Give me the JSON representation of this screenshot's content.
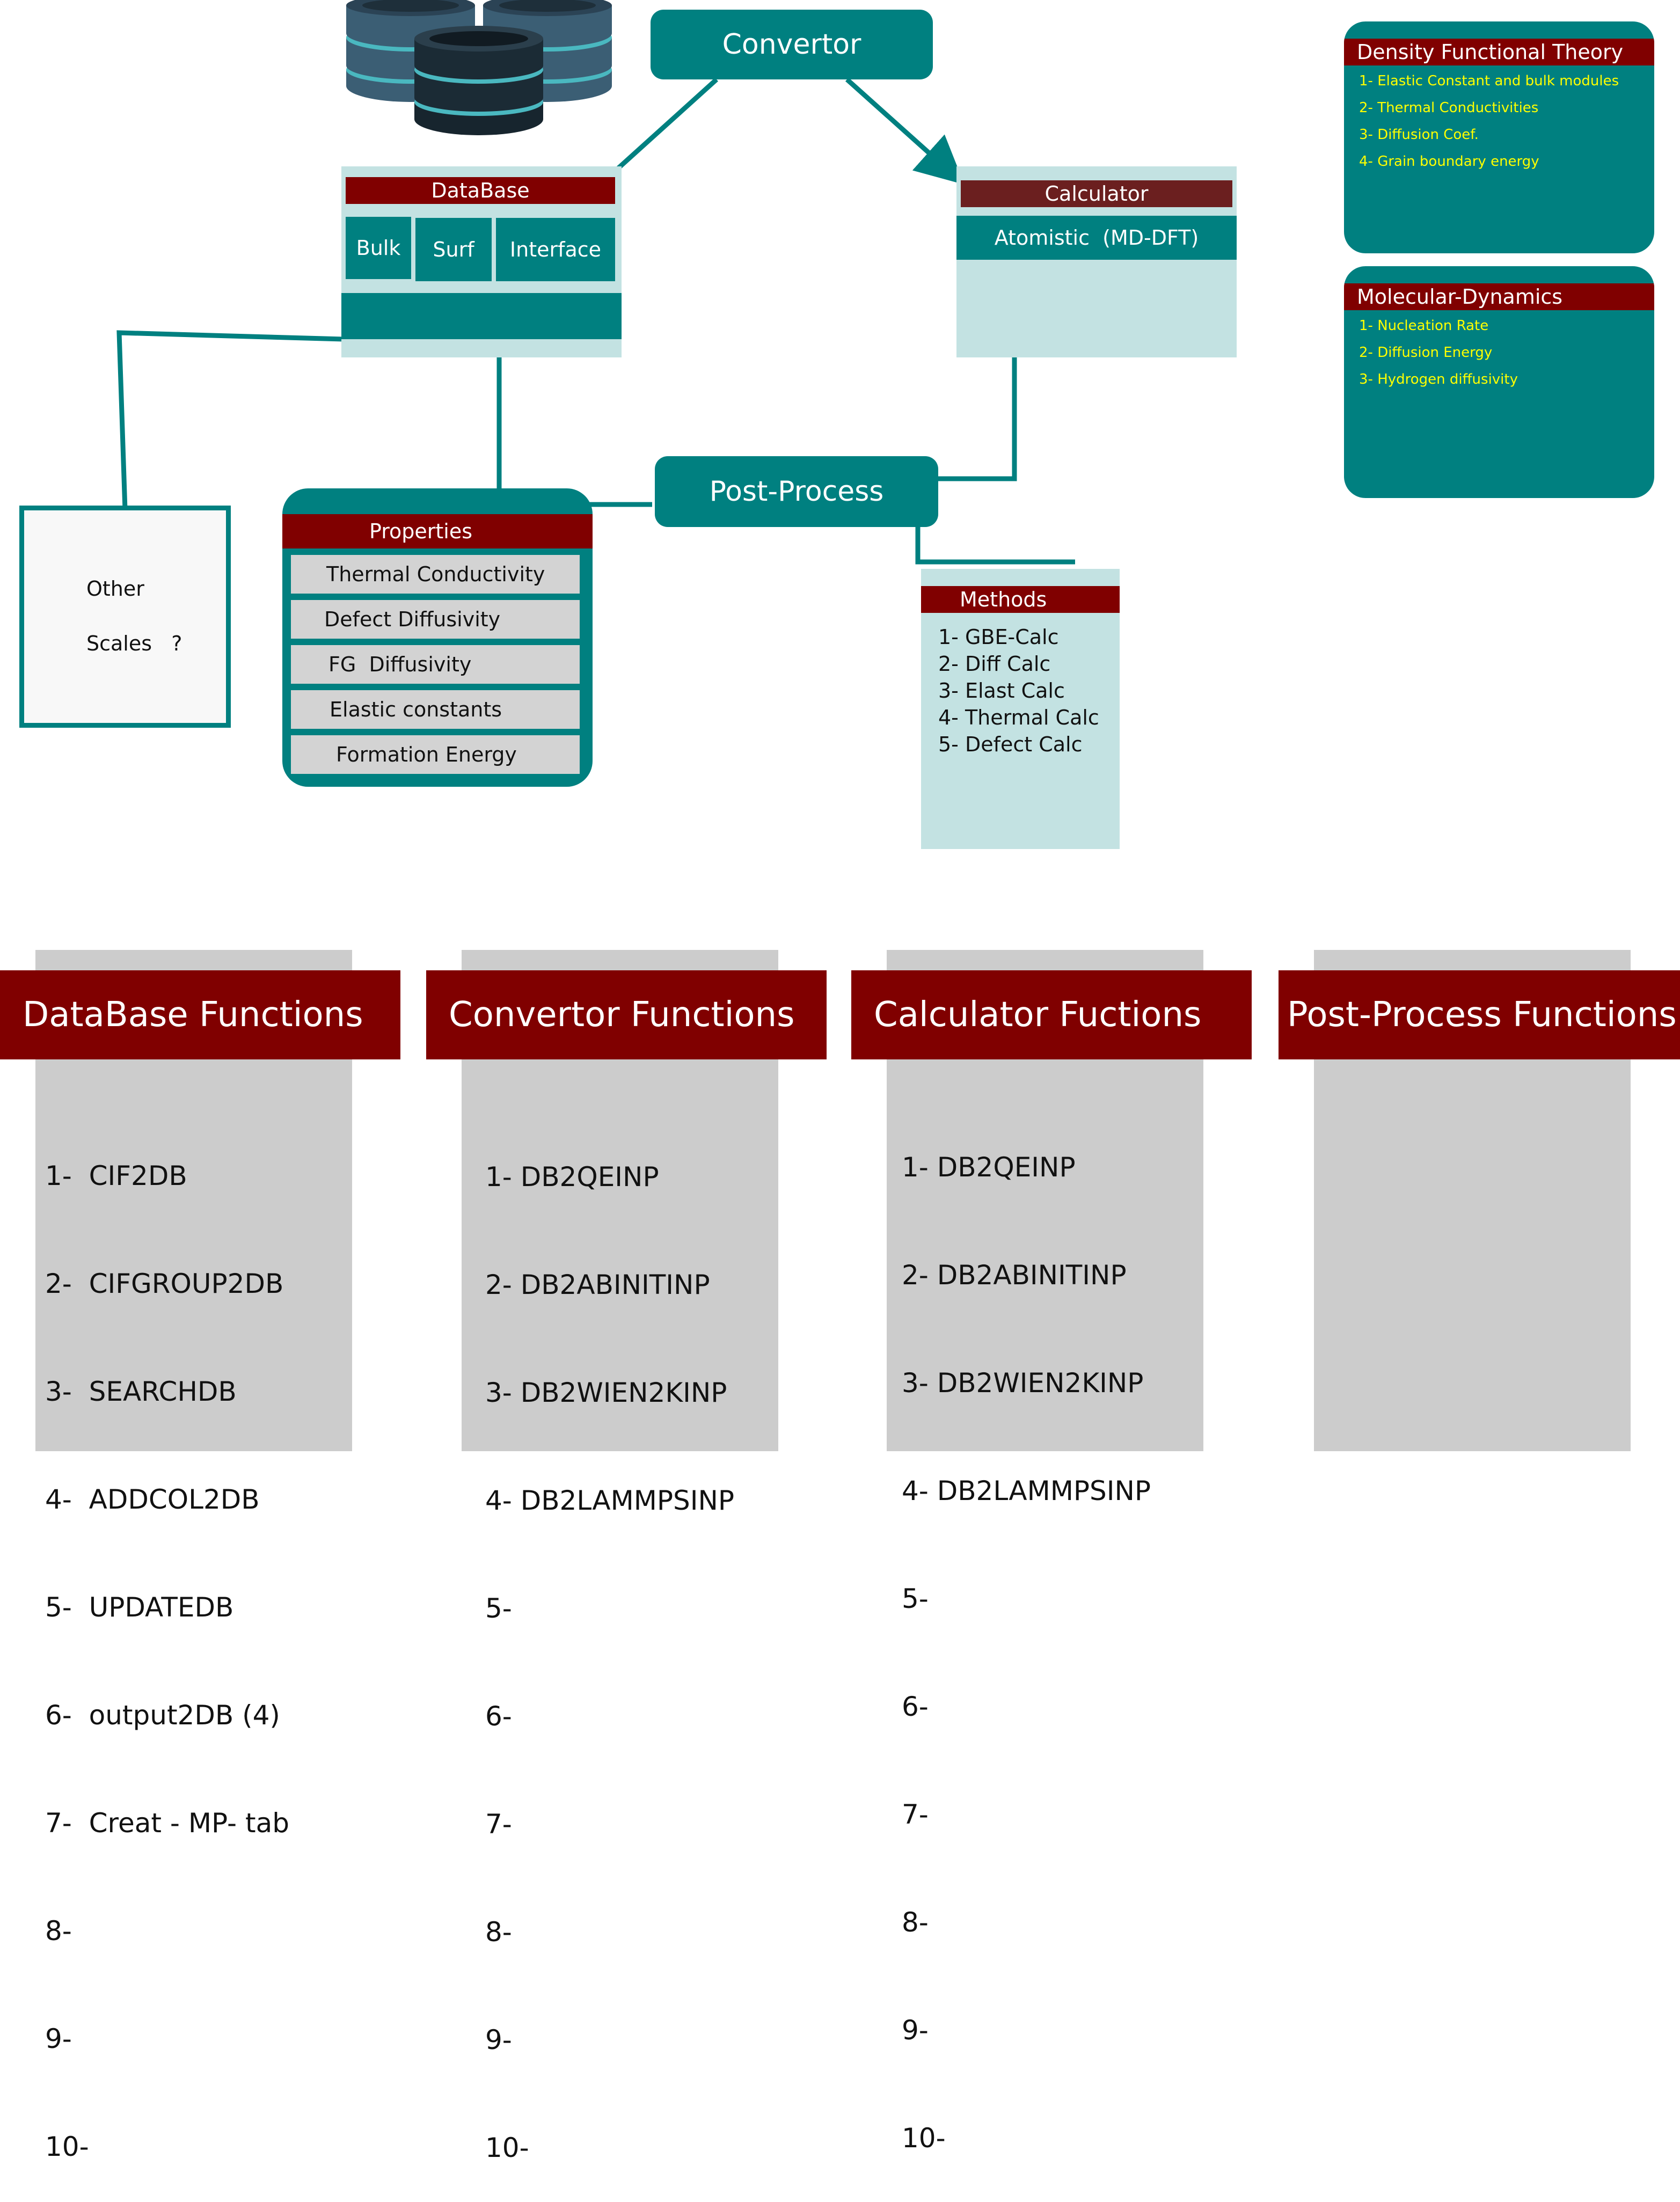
{
  "convertor": {
    "label": "Convertor"
  },
  "database": {
    "title": "DataBase",
    "tabs": [
      "Bulk",
      "Surf",
      "Interface"
    ]
  },
  "calculator": {
    "title": "Calculator",
    "row": "Atomistic  (MD-DFT)"
  },
  "post_process": {
    "label": "Post-Process"
  },
  "properties": {
    "title": "Properties",
    "items": [
      "Thermal Conductivity",
      "Defect Diffusivity",
      "FG  Diffusivity",
      "Elastic constants",
      "Formation Energy"
    ]
  },
  "methods": {
    "title": "Methods",
    "items": [
      "1- GBE-Calc",
      "2- Diff Calc",
      "3- Elast Calc",
      "4- Thermal Calc",
      "5- Defect Calc"
    ]
  },
  "other_scales": {
    "line1": "Other",
    "line2": "Scales   ?"
  },
  "dft": {
    "title": "Density Functional Theory",
    "items": [
      "1- Elastic Constant and bulk modules",
      "2- Thermal Conductivities",
      "3- Diffusion Coef.",
      "4- Grain boundary energy"
    ]
  },
  "md": {
    "title": "Molecular-Dynamics",
    "items": [
      "1- Nucleation Rate",
      "2- Diffusion Energy",
      "3- Hydrogen diffusivity"
    ]
  },
  "functions": {
    "database": {
      "title": "DataBase Functions",
      "items": [
        "1-  CIF2DB",
        "2-  CIFGROUP2DB",
        "3-  SEARCHDB",
        "4-  ADDCOL2DB",
        "5-  UPDATEDB",
        "6-  output2DB (4)",
        "7-  Creat - MP- tab",
        "8-",
        "9-",
        "10-"
      ]
    },
    "convertor": {
      "title": "Convertor Functions",
      "items": [
        "1- DB2QEINP",
        "2- DB2ABINITINP",
        "3- DB2WIEN2KINP",
        "4- DB2LAMMPSINP",
        "5-",
        "6-",
        "7-",
        "8-",
        "9-",
        "10-"
      ]
    },
    "calculator": {
      "title": "Calculator Fuctions",
      "items": [
        "1- DB2QEINP",
        "2- DB2ABINITINP",
        "3- DB2WIEN2KINP",
        "4- DB2LAMMPSINP",
        "5-",
        "6-",
        "7-",
        "8-",
        "9-",
        "10-"
      ]
    },
    "post_process": {
      "title": "Post-Process Functions",
      "items": []
    }
  },
  "colors": {
    "teal": "#008080",
    "light_teal": "#c3e2e2",
    "header_red": "#800000",
    "calculator_red": "#6b1f1f",
    "list_yellow": "#ffff00",
    "column_gray": "#cccccc"
  },
  "icons": {
    "database": "database-stack-icon"
  }
}
